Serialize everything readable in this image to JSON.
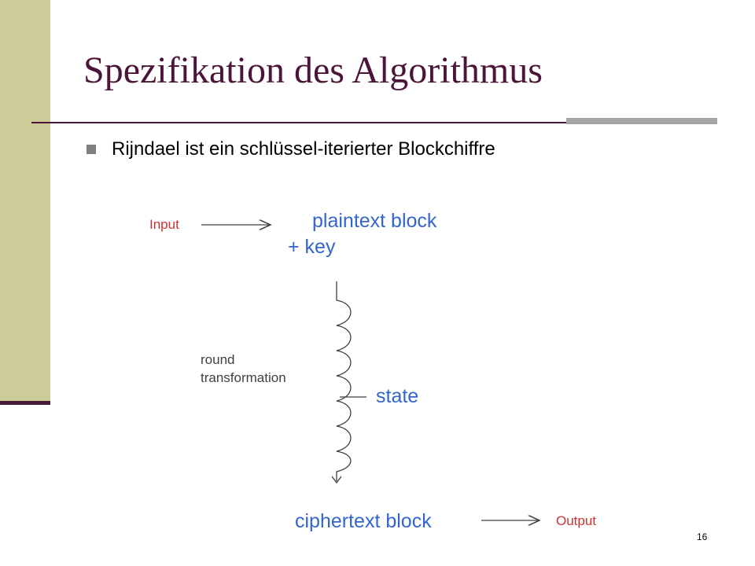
{
  "slide": {
    "title": "Spezifikation des Algorithmus",
    "bullet": "Rijndael ist ein schlüssel-iterierter Blockchiffre",
    "page_number": "16"
  },
  "diagram": {
    "input_label": "Input",
    "plaintext_line1": "plaintext block",
    "plaintext_line2": "+ key",
    "round_line1": "round",
    "round_line2": "transformation",
    "state_label": "state",
    "ciphertext_label": "ciphertext block",
    "output_label": "Output"
  },
  "colors": {
    "sidebar": "#cccc99",
    "title": "#4a1538",
    "io_label": "#cc3333",
    "diagram_text": "#3366cc",
    "arrow": "#404040"
  }
}
